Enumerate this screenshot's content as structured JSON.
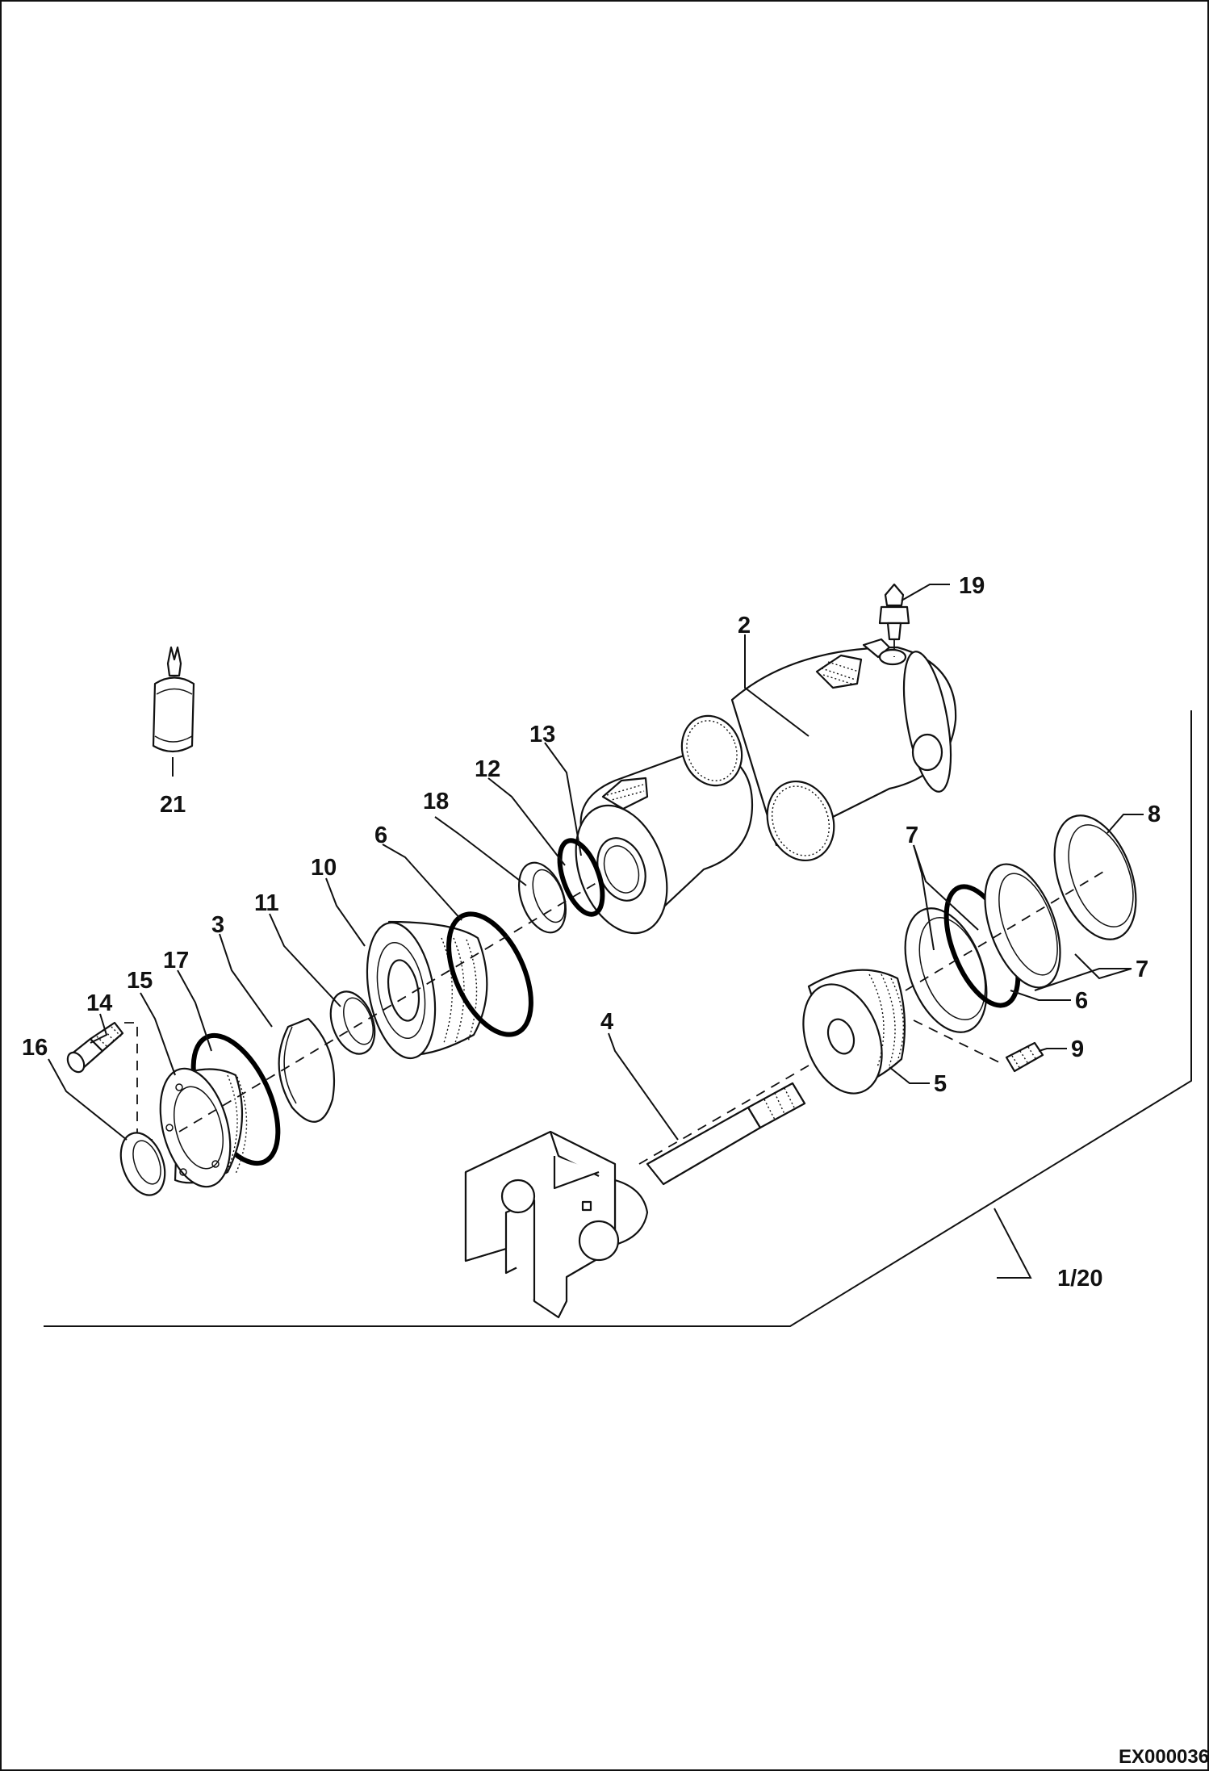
{
  "diagram": {
    "callouts": {
      "c1": "19",
      "c2": "2",
      "c3": "21",
      "c4": "13",
      "c5": "12",
      "c6": "18",
      "c7": "6",
      "c8": "10",
      "c9": "11",
      "c10": "3",
      "c11": "17",
      "c12": "15",
      "c13": "14",
      "c14": "16",
      "c15": "4",
      "c16": "8",
      "c17": "7",
      "c18": "7",
      "c19": "6",
      "c20": "9",
      "c21": "5",
      "c22": "1/20"
    },
    "document_id": "EX000036"
  }
}
